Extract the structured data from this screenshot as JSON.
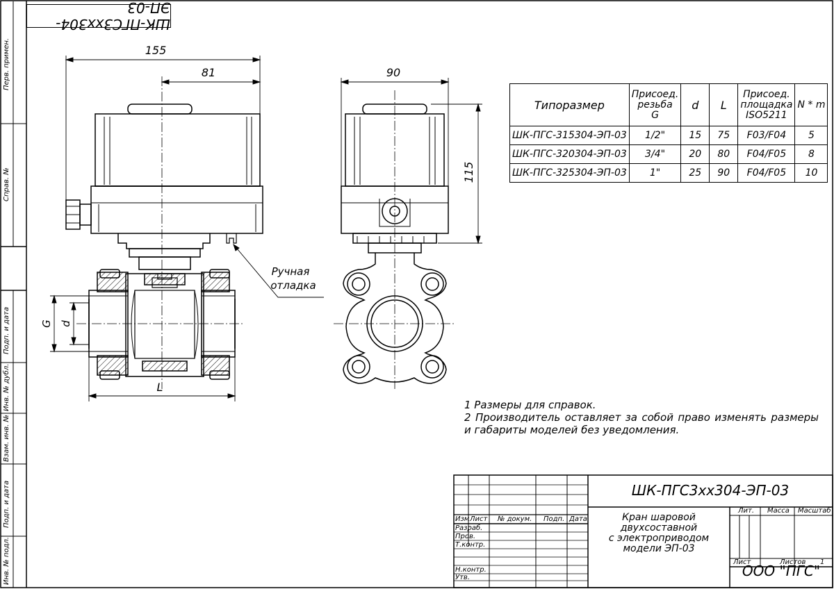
{
  "corner_stamp": "ШК-ПГС3хх304-ЭП-03",
  "side_labels": [
    "Перв. примен.",
    "Справ. №",
    "Подп. и дата",
    "Инв. № дубл.",
    "Взам. инв. №",
    "Подп. и дата",
    "Инв. № подл."
  ],
  "dimensions": {
    "overall_width": "155",
    "axis_offset": "81",
    "side_width": "90",
    "height": "115",
    "G": "G",
    "d": "d",
    "L": "L"
  },
  "callout": {
    "line1": "Ручная",
    "line2": "отладка"
  },
  "spec_table": {
    "headers": {
      "type": "Типоразмер",
      "thread": [
        "Присоед.",
        "резьба",
        "G"
      ],
      "d": "d",
      "L": "L",
      "pad": [
        "Присоед.",
        "площадка",
        "ISO5211"
      ],
      "nm": "N * m"
    },
    "rows": [
      {
        "type": "ШК-ПГС-315304-ЭП-03",
        "thread": "1/2\"",
        "d": "15",
        "L": "75",
        "pad": "F03/F04",
        "nm": "5"
      },
      {
        "type": "ШК-ПГС-320304-ЭП-03",
        "thread": "3/4\"",
        "d": "20",
        "L": "80",
        "pad": "F04/F05",
        "nm": "8"
      },
      {
        "type": "ШК-ПГС-325304-ЭП-03",
        "thread": "1\"",
        "d": "25",
        "L": "90",
        "pad": "F04/F05",
        "nm": "10"
      }
    ]
  },
  "notes": [
    "1 Размеры для справок.",
    "2 Производитель оставляет за собой право изменять размеры и габариты моделей без уведомления."
  ],
  "title_block": {
    "designation": "ШК-ПГС3хх304-ЭП-03",
    "description": [
      "Кран шаровой двухсоставной",
      "с электроприводом",
      "модели ЭП-03"
    ],
    "col_headers": {
      "izm": "Изм",
      "list": "Лист",
      "doc": "№ докум.",
      "sign": "Подп.",
      "date": "Дата"
    },
    "roles": {
      "razrab": "Разраб.",
      "prov": "Пров.",
      "tkontr": "Т.контр.",
      "nkontr": "Н.контр.",
      "utv": "Утв."
    },
    "lit": "Лит.",
    "mass": "Масса",
    "scale": "Масштаб",
    "sheet": "Лист",
    "sheets": "Листов",
    "sheets_count": "1",
    "organization": "ООО \"ПГС\""
  }
}
